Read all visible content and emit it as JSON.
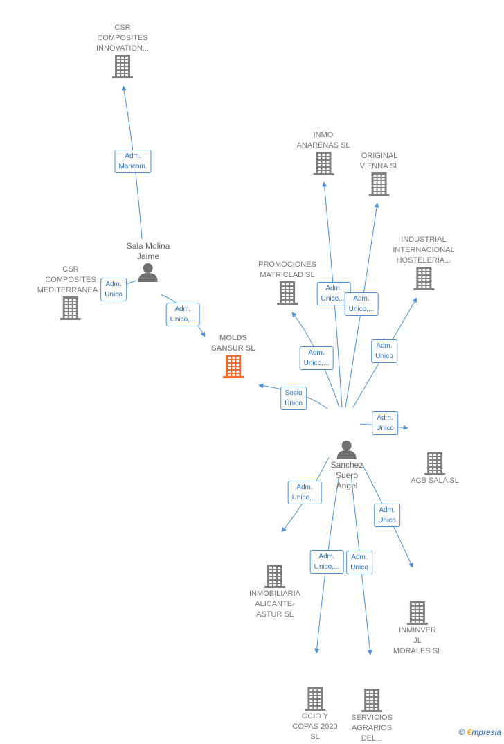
{
  "nodes": [
    {
      "id": "molds",
      "type": "company",
      "focus": true,
      "lines": [
        "MOLDS",
        "SANSUR SL"
      ]
    },
    {
      "id": "csr_innov",
      "type": "company",
      "lines": [
        "CSR",
        "COMPOSITES",
        "INNOVATION..."
      ]
    },
    {
      "id": "csr_medit",
      "type": "company",
      "lines": [
        "CSR",
        "COMPOSITES",
        "MEDITERRANEA..."
      ]
    },
    {
      "id": "sala",
      "type": "person",
      "lines": [
        "Sala Molina",
        "Jaime"
      ]
    },
    {
      "id": "inmo",
      "type": "company",
      "lines": [
        "INMO",
        "ANARENAS SL"
      ]
    },
    {
      "id": "original",
      "type": "company",
      "lines": [
        "ORIGINAL",
        "VIENNA SL"
      ]
    },
    {
      "id": "industrial",
      "type": "company",
      "lines": [
        "INDUSTRIAL",
        "INTERNACIONAL",
        "HOSTELERIA..."
      ]
    },
    {
      "id": "promociones",
      "type": "company",
      "lines": [
        "PROMOCIONES",
        "MATRICLAD SL"
      ]
    },
    {
      "id": "sanchez",
      "type": "person",
      "lines": [
        "Sanchez",
        "Suero",
        "Angel"
      ]
    },
    {
      "id": "acb",
      "type": "company",
      "lines": [
        "ACB SALA SL"
      ]
    },
    {
      "id": "inmobiliaria",
      "type": "company",
      "lines": [
        "INMOBILIARIA",
        "ALICANTE-",
        "ASTUR SL"
      ]
    },
    {
      "id": "inminver",
      "type": "company",
      "lines": [
        "INMINVER",
        "JL",
        "MORALES SL"
      ]
    },
    {
      "id": "ocio",
      "type": "company",
      "lines": [
        "OCIO Y",
        "COPAS 2020",
        "SL"
      ]
    },
    {
      "id": "servicios",
      "type": "company",
      "lines": [
        "SERVICIOS",
        "AGRARIOS",
        "DEL..."
      ]
    }
  ],
  "edges": [
    {
      "from": "sala",
      "to": "csr_innov",
      "label": [
        "Adm.",
        "Mancom."
      ]
    },
    {
      "from": "sala",
      "to": "csr_medit",
      "label": [
        "Adm.",
        "Unico"
      ]
    },
    {
      "from": "sala",
      "to": "molds",
      "label": [
        "Adm.",
        "Unico,..."
      ]
    },
    {
      "from": "sanchez",
      "to": "molds",
      "label": [
        "Socio",
        "Único"
      ]
    },
    {
      "from": "sanchez",
      "to": "promociones",
      "label": [
        "Adm.",
        "Unico,..."
      ]
    },
    {
      "from": "sanchez",
      "to": "inmo",
      "label": [
        "Adm.",
        "Unico,..."
      ]
    },
    {
      "from": "sanchez",
      "to": "original",
      "label": [
        "Adm.",
        "Unico,..."
      ]
    },
    {
      "from": "sanchez",
      "to": "industrial",
      "label": [
        "Adm.",
        "Unico"
      ]
    },
    {
      "from": "sanchez",
      "to": "acb",
      "label": [
        "Adm.",
        "Unico"
      ]
    },
    {
      "from": "sanchez",
      "to": "inmobiliaria",
      "label": [
        "Adm.",
        "Unico,..."
      ]
    },
    {
      "from": "sanchez",
      "to": "inminver",
      "label": [
        "Adm.",
        "Unico"
      ]
    },
    {
      "from": "sanchez",
      "to": "ocio",
      "label": [
        "Adm.",
        "Unico,..."
      ]
    },
    {
      "from": "sanchez",
      "to": "servicios",
      "label": [
        "Adm.",
        "Unico"
      ]
    }
  ],
  "colors": {
    "edge": "#4a8fdb",
    "company": "#808080",
    "focus": "#f26a2e",
    "person": "#707070"
  },
  "footer": {
    "copyright": "©",
    "brand_initial": "€",
    "brand_rest": "mpresia"
  }
}
